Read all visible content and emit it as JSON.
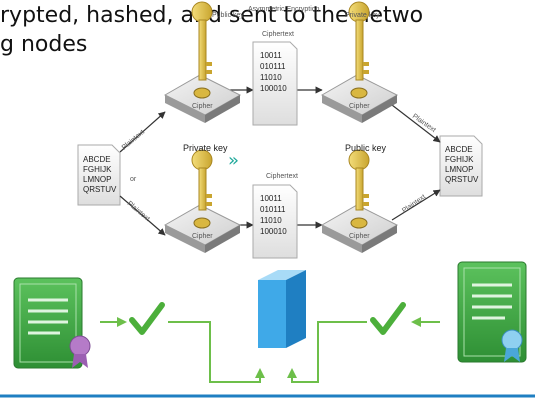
{
  "caption": {
    "line1": "rypted, hashed, and sent to the netwo",
    "line2": "g nodes"
  },
  "diagram": {
    "title": "Asymmetric Encryption",
    "cipher_label": "Cipher",
    "ciphertext_label": "Ciphertext",
    "ciphertext_lines": [
      "10011",
      "010111",
      "11010",
      "100010"
    ],
    "plaintext_lines": [
      "ABCDE",
      "FGHIJK",
      "LMNOP",
      "QRSTUV"
    ],
    "plaintext_label": "Plaintext",
    "or_label": "or",
    "private_key_label": "Private key",
    "public_key_label": "Public key",
    "top_key_left": "Public key",
    "top_key_right": "Private key",
    "chevron": "»"
  },
  "colors": {
    "key": "#e0c14a",
    "cert_green": "#3fa844",
    "check_green": "#4caf3b",
    "arrow_green": "#6dbf4a",
    "cube_blue": "#3fa9e8",
    "teal_chevron": "#1ea89a"
  },
  "icons": [
    "key-icon",
    "cipher-box-icon",
    "document-icon",
    "certificate-icon",
    "checkmark-icon",
    "cube-icon"
  ]
}
